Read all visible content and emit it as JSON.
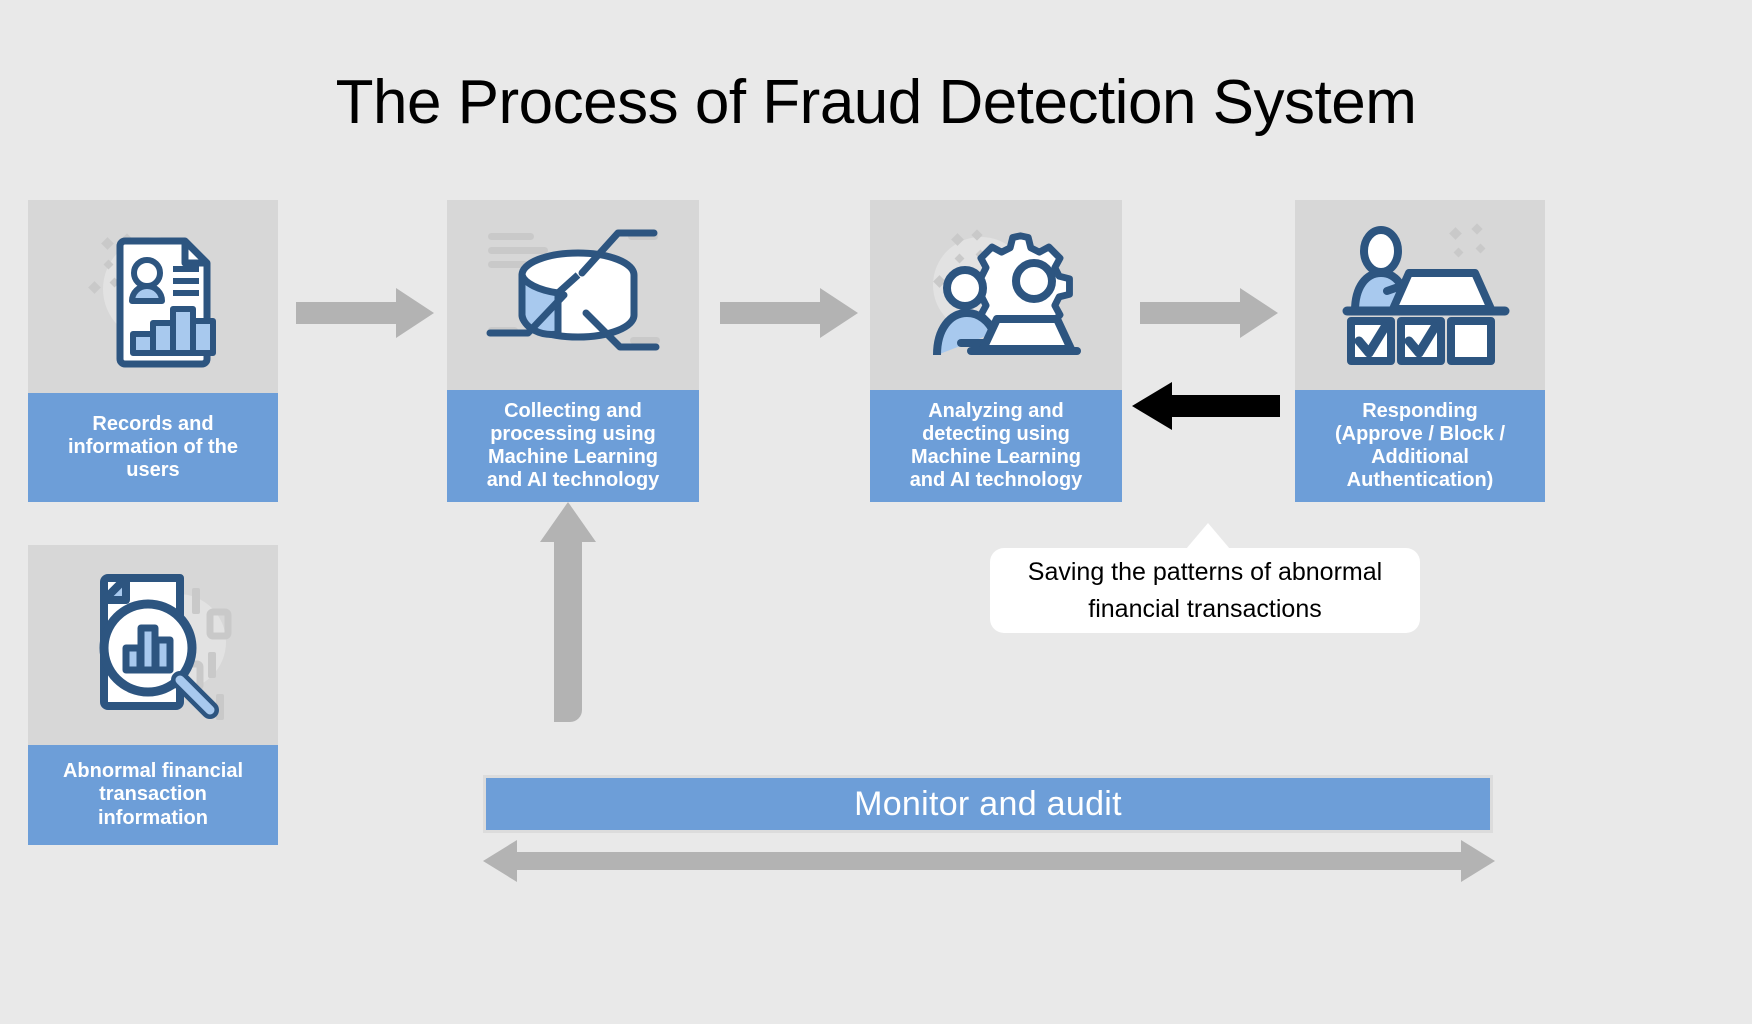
{
  "page": {
    "title": "The Process of Fraud Detection System",
    "background_color": "#e9e9e9",
    "accent_blue": "#6d9ed8",
    "icon_pane_gray": "#d7d7d7",
    "arrow_gray": "#b3b3b3",
    "arrow_black": "#000000",
    "icon_outline_navy": "#2d5580",
    "icon_fill_blue": "#a8c9ee"
  },
  "steps": [
    {
      "id": "records",
      "label": "Records and\ninformation of the\nusers",
      "icon": "document-person-chart-icon"
    },
    {
      "id": "collect",
      "label": "Collecting and\nprocessing using\nMachine Learning\nand AI technology",
      "icon": "database-cylinder-icon"
    },
    {
      "id": "analyze",
      "label": "Analyzing and\ndetecting using\nMachine Learning\nand AI technology",
      "icon": "person-laptop-gear-icon"
    },
    {
      "id": "respond",
      "label": "Responding\n(Approve / Block /\nAdditional\nAuthentication)",
      "icon": "person-desk-checkboxes-icon"
    },
    {
      "id": "abnormal",
      "label": "Abnormal financial\ntransaction\ninformation",
      "icon": "document-magnifier-chart-icon"
    }
  ],
  "connectors": [
    {
      "id": "records-to-collect",
      "type": "arrow-right",
      "color": "#b3b3b3"
    },
    {
      "id": "collect-to-analyze",
      "type": "arrow-right",
      "color": "#b3b3b3"
    },
    {
      "id": "analyze-to-respond",
      "type": "arrow-right",
      "color": "#b3b3b3"
    },
    {
      "id": "respond-to-analyze",
      "type": "arrow-left",
      "color": "#000000"
    },
    {
      "id": "abnormal-to-collect",
      "type": "elbow-arrow-up",
      "color": "#b3b3b3"
    },
    {
      "id": "monitor-span",
      "type": "double-arrow-horizontal",
      "color": "#b3b3b3"
    }
  ],
  "callout": {
    "line1": "Saving the patterns of abnormal",
    "line2": "financial transactions"
  },
  "monitor": {
    "label": "Monitor and audit"
  }
}
